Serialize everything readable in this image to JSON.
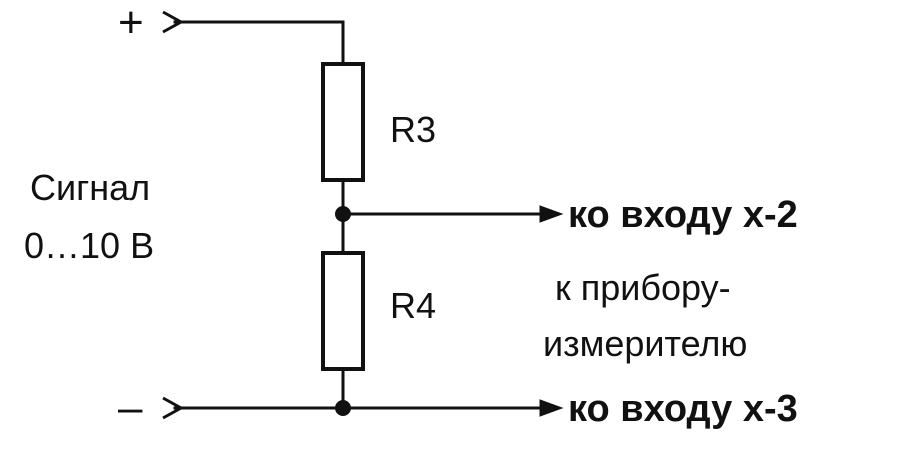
{
  "terminals": {
    "plus": "+",
    "minus": "–"
  },
  "signal": {
    "line1": "Сигнал",
    "line2": "0…10 В"
  },
  "resistors": {
    "top": "R3",
    "bottom": "R4"
  },
  "outputs": {
    "upper": "ко входу х-2",
    "lower": "ко входу х-3"
  },
  "note": {
    "line1": "к прибору-",
    "line2": "измерителю"
  }
}
